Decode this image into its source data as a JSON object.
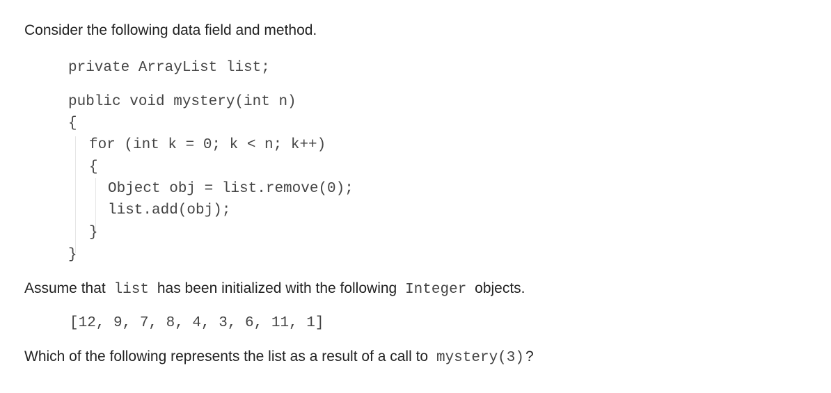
{
  "question": {
    "intro": "Consider the following data field and method.",
    "code_lines": [
      "private ArrayList list;",
      "public void mystery(int n)",
      "{",
      "for (int k = 0; k < n; k++)",
      "{",
      "Object obj = list.remove(0);",
      "list.add(obj);",
      "}",
      "}"
    ],
    "assume_text_before": "Assume that",
    "assume_code_list": "list",
    "assume_text_middle": "has been initialized with the following",
    "assume_code_integer": "Integer",
    "assume_text_after": "objects.",
    "initial_list": "[12, 9, 7, 8, 4, 3, 6, 11, 1]",
    "prompt_text_before": "Which of the following represents the list as a result of a call to",
    "prompt_code_call": "mystery(3)",
    "prompt_text_after": "?"
  }
}
